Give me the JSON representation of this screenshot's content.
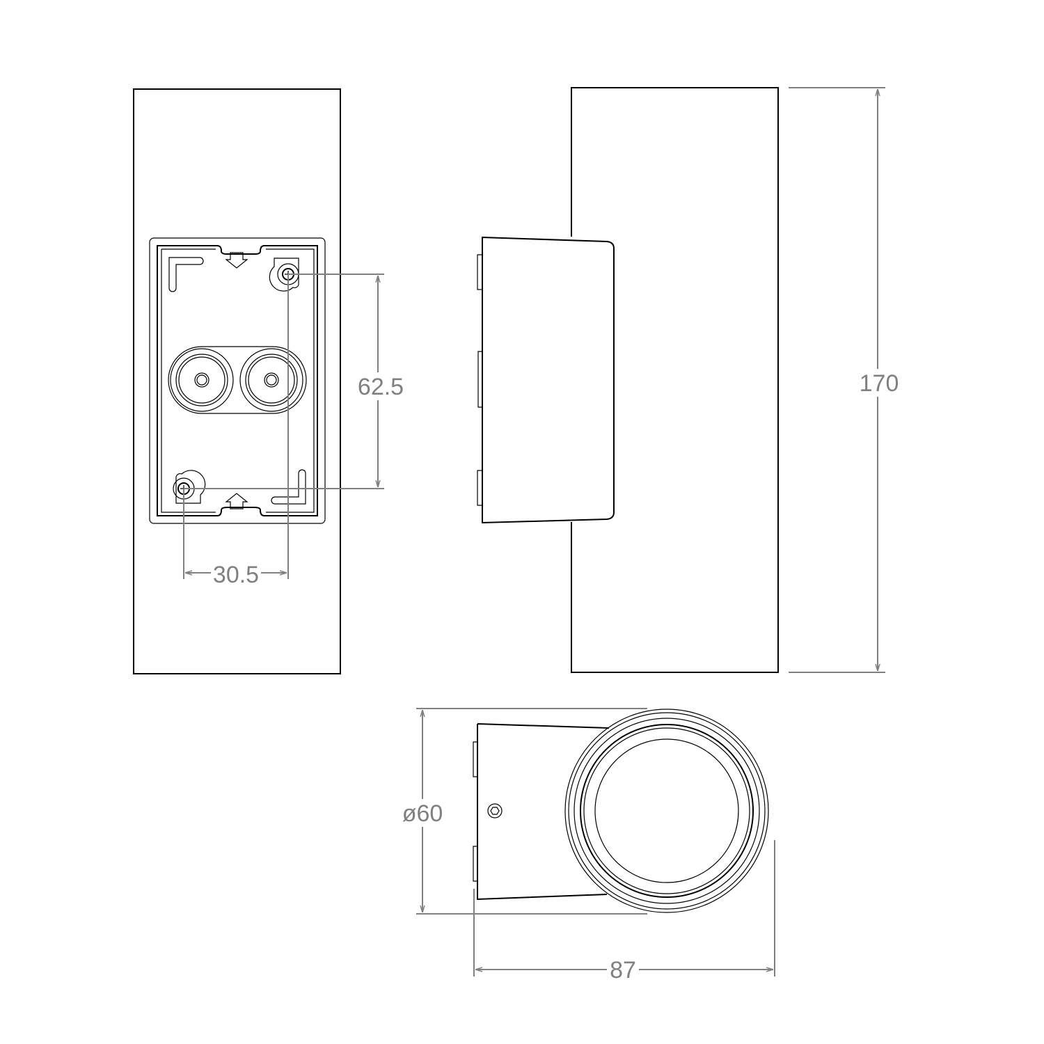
{
  "drawing": {
    "views": [
      "back-view",
      "side-view",
      "top-view"
    ],
    "dimensions": {
      "mount_hole_vertical": "62.5",
      "mount_hole_horizontal": "30.5",
      "height": "170",
      "diameter": "ø60",
      "depth": "87"
    },
    "colors": {
      "line": "#000000",
      "dimension": "#808080"
    }
  }
}
